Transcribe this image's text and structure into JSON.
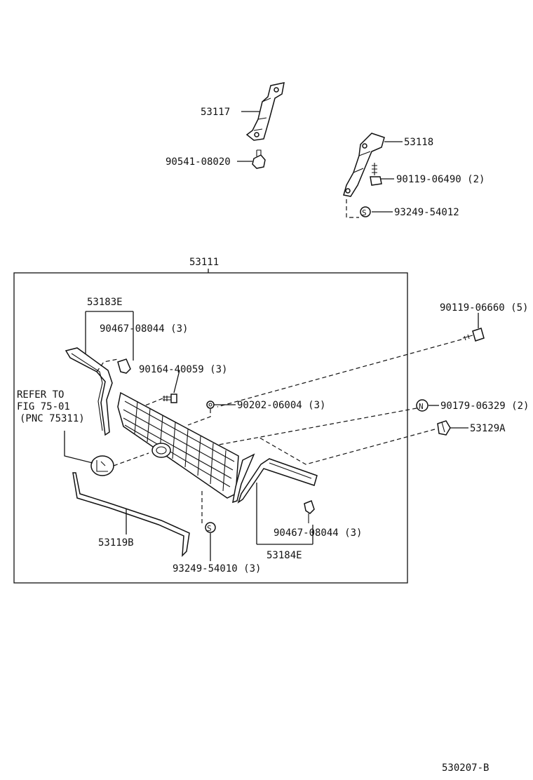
{
  "diagram": {
    "assembly_box_label": "53111",
    "figure_code": "530207-B",
    "parts": {
      "p53117": "53117",
      "p90541": "90541-08020",
      "p53118": "53118",
      "p90119_06490": "90119-06490 (2)",
      "p93249_54012": "93249-54012",
      "p53183E": "53183E",
      "p90467_top": "90467-08044 (3)",
      "p90164": "90164-40059 (3)",
      "p90202": "90202-06004 (3)",
      "p90119_06660": "90119-06660 (5)",
      "p90179": "90179-06329 (2)",
      "p53129A": "53129A",
      "p53119B": "53119B",
      "p93249_54010": "93249-54010 (3)",
      "p90467_bottom": "90467-08044 (3)",
      "p53184E": "53184E"
    },
    "refer_note": {
      "line1": "REFER TO",
      "line2": "FIG 75-01",
      "line3": "(PNC 75311)"
    },
    "symbols": {
      "s_letter": "S",
      "n_letter": "N"
    }
  }
}
